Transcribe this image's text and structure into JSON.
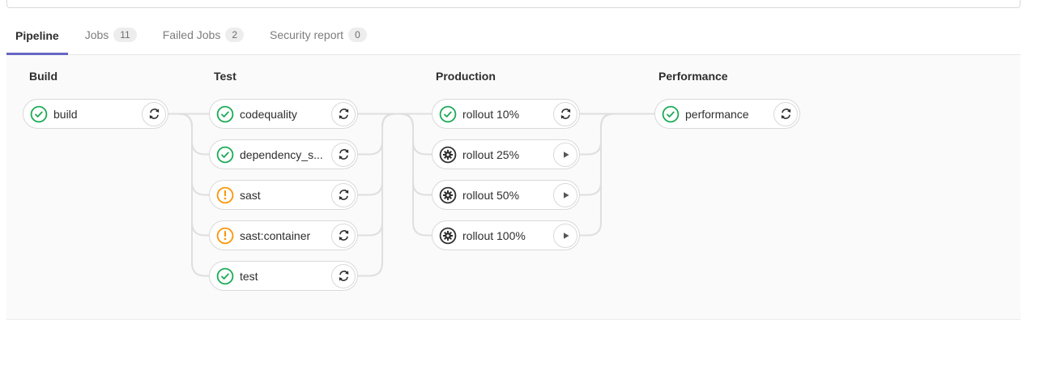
{
  "tabs": {
    "items": [
      {
        "label": "Pipeline",
        "active": true
      },
      {
        "label": "Jobs",
        "badge": "11"
      },
      {
        "label": "Failed Jobs",
        "badge": "2"
      },
      {
        "label": "Security report",
        "badge": "0"
      }
    ]
  },
  "stages": [
    {
      "name": "Build",
      "jobs": [
        {
          "label": "build",
          "status": "success",
          "action": "retry"
        }
      ]
    },
    {
      "name": "Test",
      "jobs": [
        {
          "label": "codequality",
          "status": "success",
          "action": "retry"
        },
        {
          "label": "dependency_s...",
          "status": "success",
          "action": "retry"
        },
        {
          "label": "sast",
          "status": "warning",
          "action": "retry"
        },
        {
          "label": "sast:container",
          "status": "warning",
          "action": "retry"
        },
        {
          "label": "test",
          "status": "success",
          "action": "retry"
        }
      ]
    },
    {
      "name": "Production",
      "jobs": [
        {
          "label": "rollout 10%",
          "status": "success",
          "action": "retry"
        },
        {
          "label": "rollout 25%",
          "status": "manual",
          "action": "play"
        },
        {
          "label": "rollout 50%",
          "status": "manual",
          "action": "play"
        },
        {
          "label": "rollout 100%",
          "status": "manual",
          "action": "play"
        }
      ]
    },
    {
      "name": "Performance",
      "jobs": [
        {
          "label": "performance",
          "status": "success",
          "action": "retry"
        }
      ]
    }
  ],
  "colors": {
    "success": "#1aaa55",
    "warning": "#fc9403",
    "manual": "#2e2e2e",
    "tab_accent": "#6666c4",
    "connector": "#dfdfdf",
    "graph_background": "#fafafa"
  }
}
